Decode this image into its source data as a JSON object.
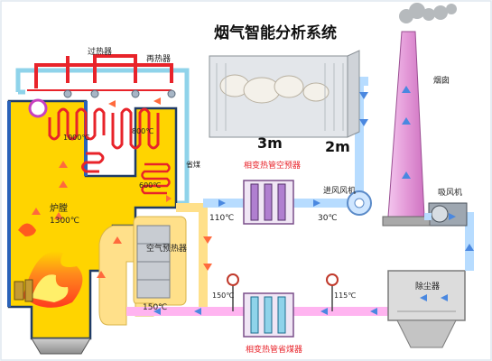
{
  "title": "烟气智能分析系统",
  "labels": {
    "superheater": "过热器",
    "reheater": "再热器",
    "temp_1000": "1000℃",
    "temp_800": "800℃",
    "temp_600": "600℃",
    "economizer": "省煤",
    "furnace": "炉膛",
    "furnace_temp": "1300℃",
    "air_preheater": "空气预热器",
    "container_width": "3m",
    "container_depth": "2m",
    "heatpipe_air_preheater": "相变热管空预器",
    "inlet_fan": "进风风机",
    "chimney": "烟囱",
    "exhaust_fan": "吸风机",
    "temp_110": "110℃",
    "temp_30": "30℃",
    "temp_150_outlet": "150℃",
    "temp_150_gauge": "150℃",
    "temp_115": "115℃",
    "dust_collector": "除尘器",
    "heatpipe_economizer": "相变热管省煤器"
  },
  "colors": {
    "water_pipe": "#9fd8ef",
    "flue_gas_pipe": "#ffe08a",
    "air_pipe": "#b7dcff",
    "boiler_fill": "#ffd400",
    "coil": "#e8232a",
    "chimney": "#e39ad6",
    "arrow_hot": "#ff6a3d",
    "arrow_cold": "#4a88e0",
    "container": "#d9dde2"
  }
}
